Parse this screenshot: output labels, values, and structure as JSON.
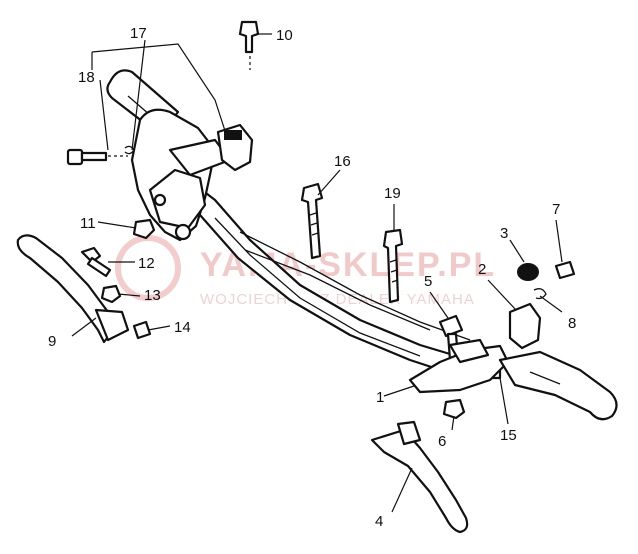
{
  "watermark": {
    "title": "YAMA-SKLEP.PL",
    "subtitle": "WOJCIECH KIEZ DEALER YAMAHA"
  },
  "callouts": [
    {
      "id": "c1",
      "label": "1"
    },
    {
      "id": "c2",
      "label": "2"
    },
    {
      "id": "c3",
      "label": "3"
    },
    {
      "id": "c4",
      "label": "4"
    },
    {
      "id": "c5",
      "label": "5"
    },
    {
      "id": "c6",
      "label": "6"
    },
    {
      "id": "c7",
      "label": "7"
    },
    {
      "id": "c8",
      "label": "8"
    },
    {
      "id": "c9",
      "label": "9"
    },
    {
      "id": "c10",
      "label": "10"
    },
    {
      "id": "c11",
      "label": "11"
    },
    {
      "id": "c12",
      "label": "12"
    },
    {
      "id": "c13",
      "label": "13"
    },
    {
      "id": "c14",
      "label": "14"
    },
    {
      "id": "c15",
      "label": "15"
    },
    {
      "id": "c16",
      "label": "16"
    },
    {
      "id": "c17",
      "label": "17"
    },
    {
      "id": "c18",
      "label": "18"
    },
    {
      "id": "c19",
      "label": "19"
    }
  ]
}
